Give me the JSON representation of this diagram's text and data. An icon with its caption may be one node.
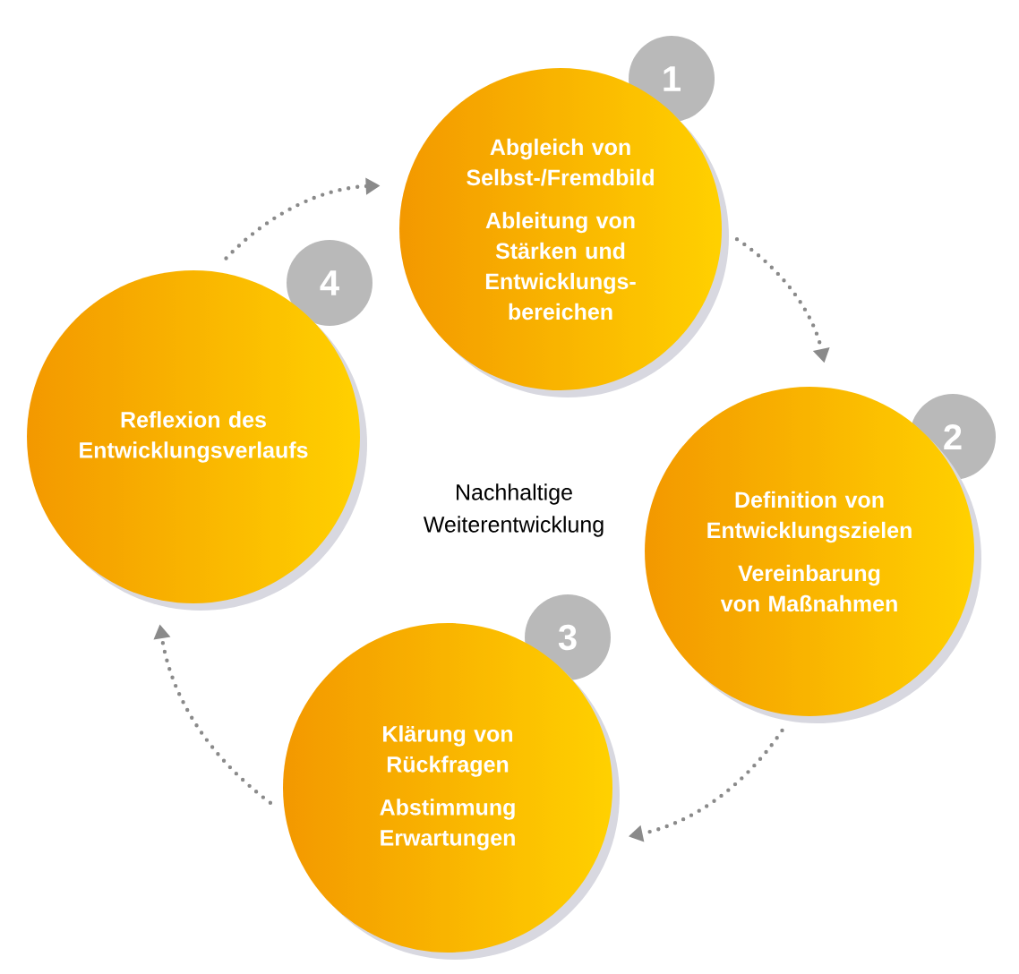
{
  "diagram": {
    "nodes": [
      {
        "text": [
          "Abgleich von Selbst-/Fremdbild",
          "Ableitung von Stärken und Entwicklungs- bereichen"
        ]
      },
      {
        "text": [
          "1"
        ]
      },
      {
        "text": [
          "Definition von Entwicklungszielen",
          "Vereinbarung von Maßnahmen"
        ]
      },
      {
        "text": [
          "2"
        ]
      },
      {
        "text": [
          "Klärung von Rückfragen",
          "Abstimmung Erwartungen"
        ]
      },
      {
        "text": [
          "3"
        ]
      },
      {
        "text": [
          "Reflexion des Entwicklungsverlaufs"
        ]
      },
      {
        "text": [
          "4"
        ]
      }
    ],
    "edges": [
      {
        "from": 6,
        "to": 0,
        "arrow": "to"
      },
      {
        "from": 0,
        "to": 2,
        "arrow": "to"
      },
      {
        "from": 2,
        "to": 4,
        "arrow": "to"
      },
      {
        "from": 4,
        "to": 6,
        "arrow": "to"
      }
    ],
    "labels": [
      "Nachhaltige Weiterentwicklung"
    ]
  }
}
